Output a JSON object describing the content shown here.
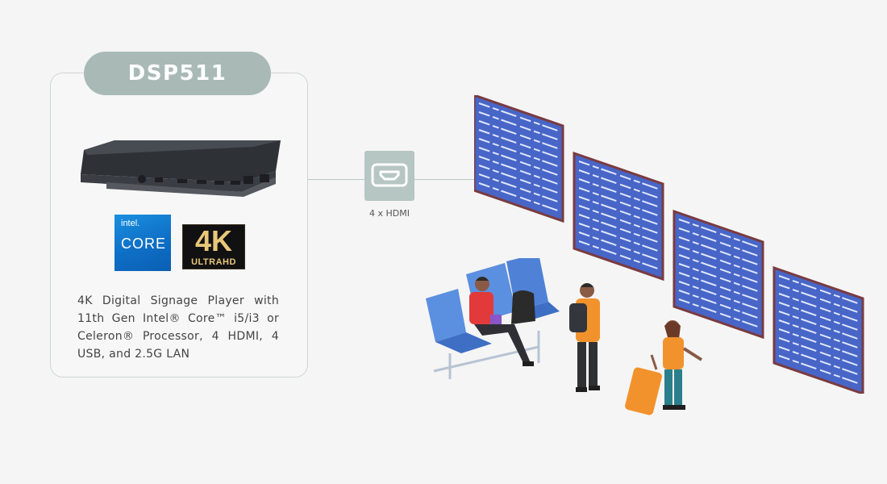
{
  "product": {
    "name": "DSP511",
    "description": "4K Digital Signage Player with 11th Gen Intel® Core™ i5/i3 or Celeron® Processor, 4 HDMI, 4 USB, and 2.5G LAN"
  },
  "badges": {
    "intel_top": "intel.",
    "intel_bottom": "CORE",
    "uhd_top": "4K",
    "uhd_bottom": "ULTRAHD"
  },
  "connection": {
    "label": "4 x HDMI"
  },
  "colors": {
    "accent_pill": "#a9bab6",
    "hdmi_box": "#b6c6c2",
    "board_blue": "#4866c8",
    "board_frame": "#7a3b40"
  }
}
